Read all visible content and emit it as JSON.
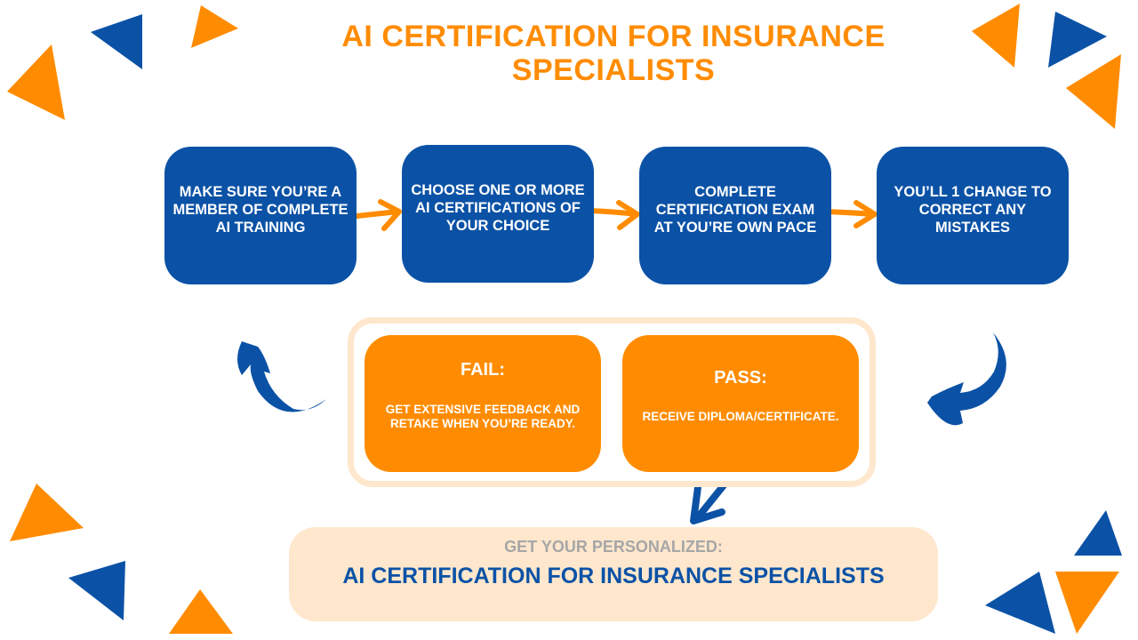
{
  "title": "AI CERTIFICATION FOR INSURANCE SPECIALISTS",
  "colors": {
    "blue": "#0B52A6",
    "orange": "#FF8C00",
    "cream": "#FEE7CD",
    "gray": "#A6A6A6"
  },
  "steps": [
    {
      "text": "MAKE SURE YOU’RE A MEMBER OF COMPLETE AI TRAINING"
    },
    {
      "text": "CHOOSE ONE OR MORE AI CERTIFICATIONS OF YOUR CHOICE"
    },
    {
      "text": "COMPLETE CERTIFICATION EXAM AT YOU’RE OWN PACE"
    },
    {
      "text": "YOU’LL 1 CHANGE TO CORRECT ANY MISTAKES"
    }
  ],
  "results": {
    "fail": {
      "heading": "FAIL:",
      "text": "GET EXTENSIVE FEEDBACK AND RETAKE WHEN YOU’RE READY."
    },
    "pass": {
      "heading": "PASS:",
      "text": "RECEIVE DIPLOMA/CERTIFICATE."
    }
  },
  "final": {
    "subtitle": "GET YOUR PERSONALIZED:",
    "title": "AI CERTIFICATION FOR INSURANCE SPECIALISTS"
  },
  "icons": {
    "step_arrows": "arrow-right-icon",
    "loop_back": "curved-arrow-up-icon",
    "loop_down": "curved-arrow-down-left-icon",
    "to_final": "arrow-down-left-icon",
    "decorations": "triangle-icon"
  }
}
